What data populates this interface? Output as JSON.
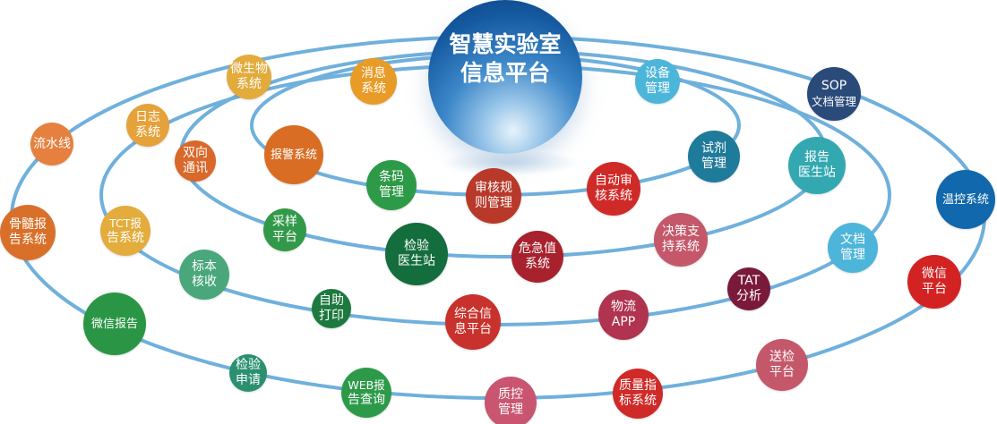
{
  "title": {
    "line1": "智慧实验室",
    "line2": "信息平台"
  },
  "ring_color": "#6fb0dc",
  "nodes": [
    {
      "lines": [
        "流水线"
      ],
      "color": "#e5803e"
    },
    {
      "lines": [
        "骨髓报",
        "告系统"
      ],
      "color": "#d9702a"
    },
    {
      "lines": [
        "日志",
        "系统"
      ],
      "color": "#e6a23a"
    },
    {
      "lines": [
        "微生物",
        "系统"
      ],
      "color": "#e2ab3c"
    },
    {
      "lines": [
        "消息",
        "系统"
      ],
      "color": "#e99b28"
    },
    {
      "lines": [
        "双向",
        "通讯"
      ],
      "color": "#d9682a"
    },
    {
      "lines": [
        "报警系统"
      ],
      "color": "#d96d24"
    },
    {
      "lines": [
        "TCT报",
        "告系统"
      ],
      "color": "#e3ac3c"
    },
    {
      "lines": [
        "标本",
        "核收"
      ],
      "color": "#49a77b"
    },
    {
      "lines": [
        "采样",
        "平台"
      ],
      "color": "#33994a"
    },
    {
      "lines": [
        "条码",
        "管理"
      ],
      "color": "#2d9a47"
    },
    {
      "lines": [
        "审核规",
        "则管理"
      ],
      "color": "#b8392a"
    },
    {
      "lines": [
        "检验",
        "医生站"
      ],
      "color": "#146d3d"
    },
    {
      "lines": [
        "危急值",
        "系统"
      ],
      "color": "#a8222d"
    },
    {
      "lines": [
        "自动审",
        "核系统"
      ],
      "color": "#d02a28"
    },
    {
      "lines": [
        "试剂",
        "管理"
      ],
      "color": "#1f7b9a"
    },
    {
      "lines": [
        "决策支",
        "持系统"
      ],
      "color": "#c4586a"
    },
    {
      "lines": [
        "报告",
        "医生站"
      ],
      "color": "#33a8b0"
    },
    {
      "lines": [
        "设备",
        "管理"
      ],
      "color": "#4cb6da"
    },
    {
      "lines": [
        "SOP",
        "文档管理"
      ],
      "color": "#2a4a7a"
    },
    {
      "lines": [
        "温控系统"
      ],
      "color": "#1168ac"
    },
    {
      "lines": [
        "文档",
        "管理"
      ],
      "color": "#4db5da"
    },
    {
      "lines": [
        "微信",
        "平台"
      ],
      "color": "#d32222"
    },
    {
      "lines": [
        "TAT",
        "分析"
      ],
      "color": "#7a1a3a"
    },
    {
      "lines": [
        "物流",
        "APP"
      ],
      "color": "#b03350"
    },
    {
      "lines": [
        "综合信",
        "息平台"
      ],
      "color": "#c8312c"
    },
    {
      "lines": [
        "自助",
        "打印"
      ],
      "color": "#1d7a3f"
    },
    {
      "lines": [
        "微信报告"
      ],
      "color": "#2a9645"
    },
    {
      "lines": [
        "检验",
        "申请"
      ],
      "color": "#2b9070"
    },
    {
      "lines": [
        "WEB报",
        "告查询"
      ],
      "color": "#2d9a4a"
    },
    {
      "lines": [
        "质控",
        "管理"
      ],
      "color": "#c95570"
    },
    {
      "lines": [
        "质量指",
        "标系统"
      ],
      "color": "#d02a28"
    },
    {
      "lines": [
        "送检",
        "平台"
      ],
      "color": "#c4586a"
    }
  ]
}
